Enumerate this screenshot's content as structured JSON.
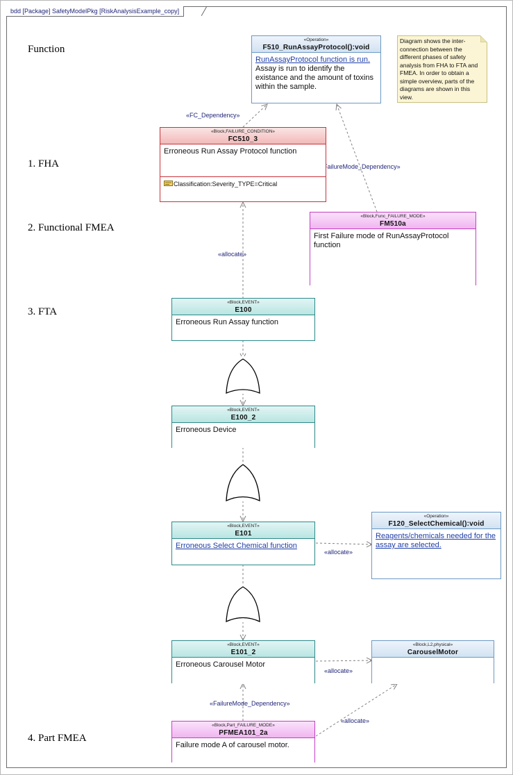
{
  "frame": {
    "title": "bdd [Package] SafetyModelPkg [RiskAnalysisExample_copy]"
  },
  "phases": {
    "function": "Function",
    "fha": "1. FHA",
    "ffmea": "2. Functional FMEA",
    "fta": "3. FTA",
    "pfmea": "4. Part FMEA"
  },
  "note": {
    "text": "Diagram shows the inter-connection between the different phases of safety analysis from FHA to FTA and FMEA. In order to obtain a simple overview, parts of the diagrams are shown in this view."
  },
  "blocks": {
    "f510": {
      "stereotype": "«Operation»",
      "name": "F510_RunAssayProtocol():void",
      "link_text": "RunAssayProtocol function is run.",
      "body": " Assay is run to identify the existance and the amount of toxins within the sample."
    },
    "fc510": {
      "stereotype": "«Block,FAILURE_CONDITION»",
      "name": "FC510_3",
      "body": "Erroneous Run Assay Protocol function",
      "attribute": "Classification:Severity_TYPE=Critical"
    },
    "fm510a": {
      "stereotype": "«Block,Func_FAILURE_MODE»",
      "name": "FM510a",
      "body": "First Failure mode of RunAssayProtocol function"
    },
    "e100": {
      "stereotype": "«Block,EVENT»",
      "name": "E100",
      "body": "Erroneous Run Assay function"
    },
    "e100_2": {
      "stereotype": "«Block,EVENT»",
      "name": "E100_2",
      "body": "Erroneous Device"
    },
    "e101": {
      "stereotype": "«Block,EVENT»",
      "name": "E101",
      "body": "Erroneous Select Chemical function"
    },
    "f120": {
      "stereotype": "«Operation»",
      "name": "F120_SelectChemical():void",
      "body": "Reagents/chemicals needed for the assay are selected."
    },
    "e101_2": {
      "stereotype": "«Block,EVENT»",
      "name": "E101_2",
      "body": "Erroneous Carousel Motor"
    },
    "carousel": {
      "stereotype": "«Block,L2,physical»",
      "name": "CarouselMotor"
    },
    "pfmea": {
      "stereotype": "«Block,Part_FAILURE_MODE»",
      "name": "PFMEA101_2a",
      "body": "Failure mode A of carousel motor."
    }
  },
  "edges": {
    "fc_dependency": "«FC_Dependency»",
    "failuremode_dependency_top": "«FailureMode_Dependency»",
    "allocate_fc": "«allocate»",
    "allocate_e101": "«allocate»",
    "allocate_e101_2": "«allocate»",
    "failuremode_dependency_bottom": "«FailureMode_Dependency»",
    "allocate_pfmea": "«allocate»"
  },
  "colors": {
    "event": "#2c8a8a",
    "failure_condition": "#c8323a",
    "failure_mode": "#c43fc4",
    "operation": "#6b98c3",
    "note": "#fbf5d5",
    "edge": "#808080"
  }
}
